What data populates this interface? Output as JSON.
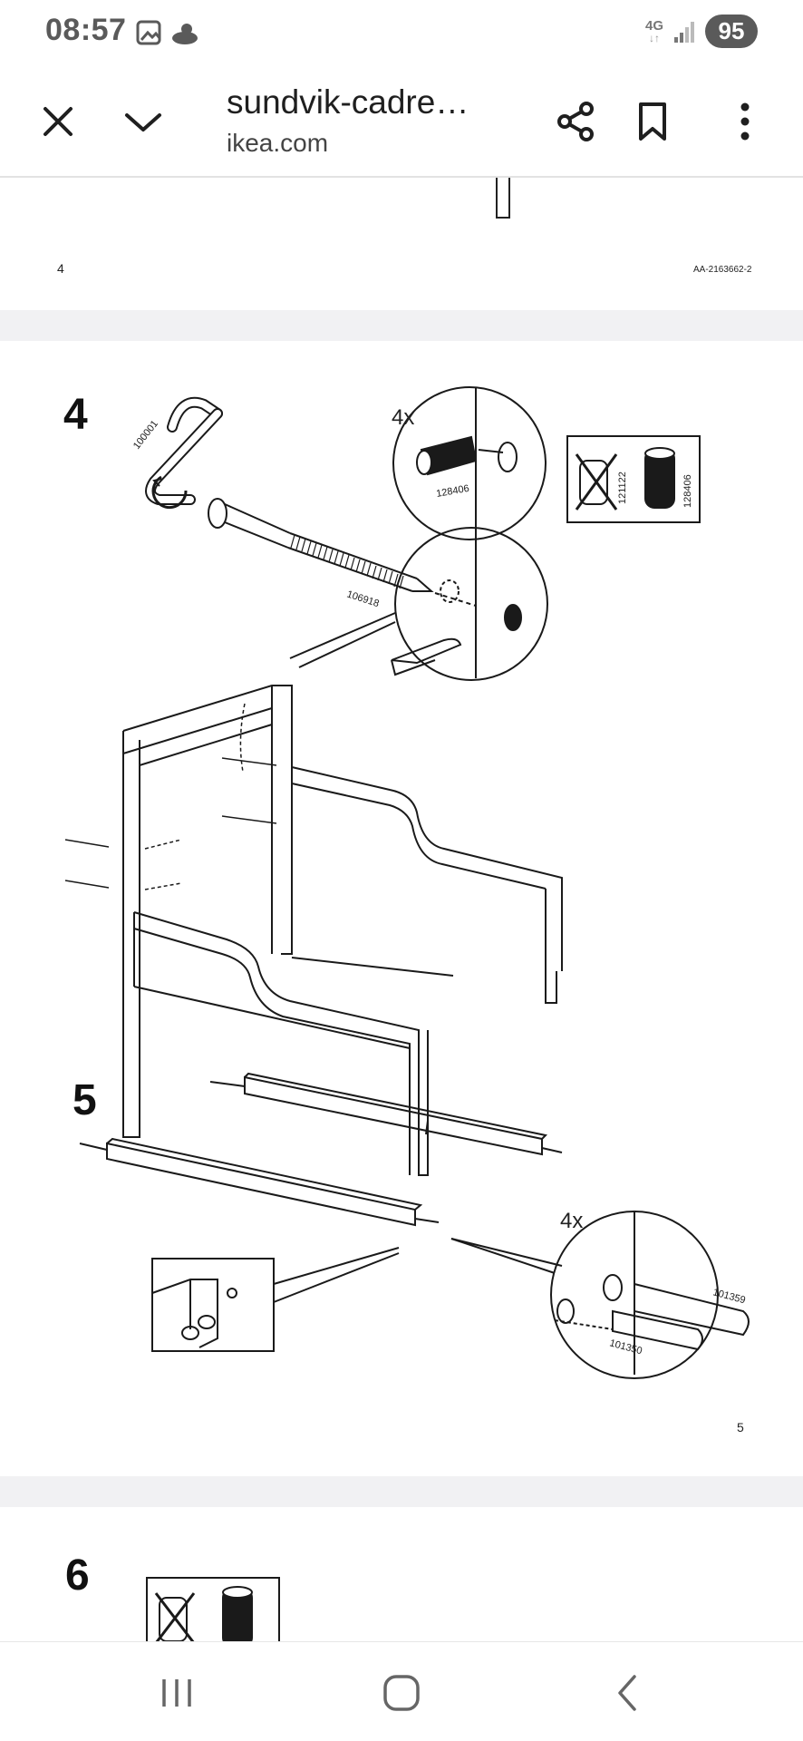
{
  "status_bar": {
    "time": "08:57",
    "network": "4G",
    "battery": "95"
  },
  "toolbar": {
    "title": "sundvik-cadre…",
    "domain": "ikea.com"
  },
  "manual": {
    "prev_page_number": "4",
    "article_code": "AA-2163662-2",
    "page_number": "5",
    "steps": [
      {
        "number": "4"
      },
      {
        "number": "5"
      },
      {
        "number": "6"
      }
    ],
    "quantity_labels": [
      "4x",
      "4x"
    ],
    "part_numbers": {
      "allen_key": "100001",
      "bolt": "106918",
      "cam_nut": "128406",
      "wrong_part": "121122",
      "dowel_a": "101359",
      "dowel_b": "101350"
    }
  }
}
